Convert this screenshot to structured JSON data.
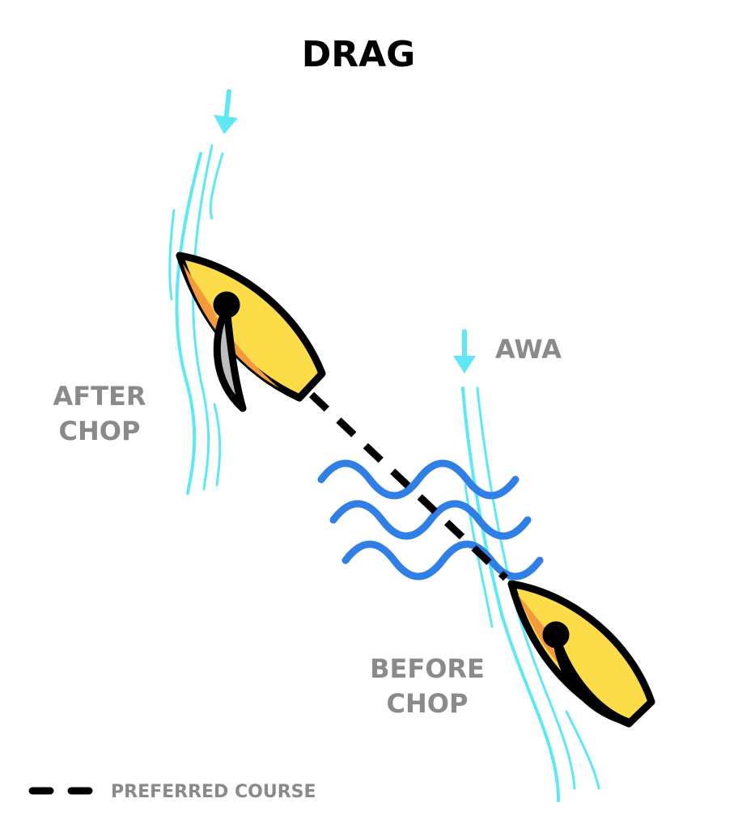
{
  "title": "DRAG",
  "labels": {
    "awa": "AWA",
    "after_chop": [
      "AFTER",
      "CHOP"
    ],
    "before_chop": [
      "BEFORE",
      "CHOP"
    ]
  },
  "legend": {
    "preferred_course": "PREFERRED COURSE"
  },
  "colors": {
    "hull": "#fddc4a",
    "hull_shade": "#f59a3c",
    "wind": "#5ee8f5",
    "waves": "#2f7fe6",
    "label": "#8a8a8a",
    "outline": "#000000"
  }
}
